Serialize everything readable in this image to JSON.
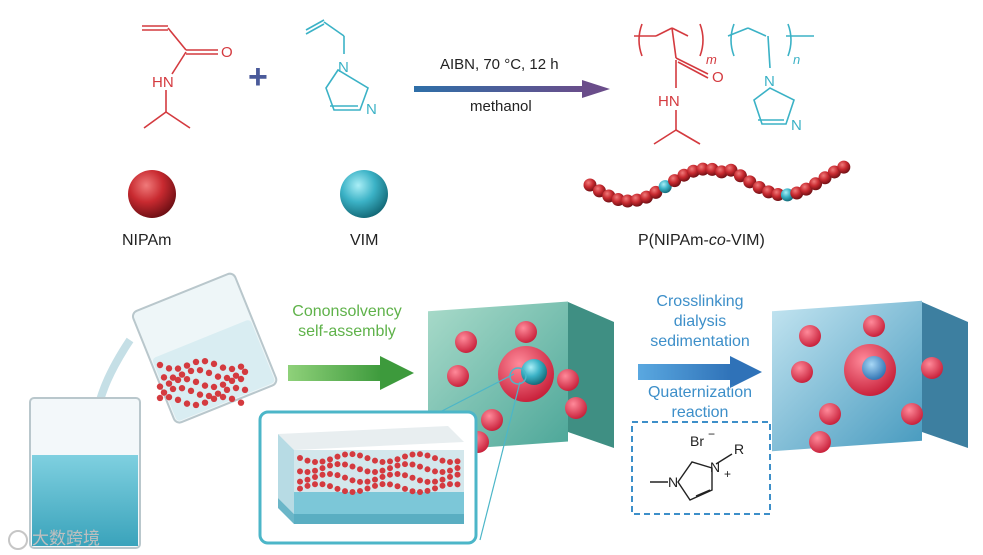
{
  "reaction": {
    "plus": "+",
    "conditions_top": "AIBN, 70 °C, 12 h",
    "conditions_bottom": "methanol",
    "nipam_atoms": {
      "o": "O",
      "hn": "HN"
    },
    "vim_atoms": {
      "n1": "N",
      "n2": "N"
    },
    "polymer_atoms": {
      "m": "m",
      "n": "n",
      "o": "O",
      "hn": "HN",
      "n1": "N",
      "n2": "N"
    }
  },
  "monomers": {
    "nipam_label": "NIPAm",
    "vim_label": "VIM",
    "copolymer_label_prefix": "P(NIPAm-",
    "copolymer_label_italic": "co",
    "copolymer_label_suffix": "-VIM)"
  },
  "steps": {
    "step1_line1": "Cononsolvency",
    "step1_line2": "self-assembly",
    "step2_line1": "Crosslinking",
    "step2_line2": "dialysis",
    "step2_line3": "sedimentation",
    "step3_line1": "Quaternization",
    "step3_line2": "reaction"
  },
  "quaternized": {
    "br": "Br",
    "minus": "−",
    "n_plus": "N",
    "plus": "+",
    "r": "R",
    "n_left": "N"
  },
  "watermark": "大数跨境",
  "colors": {
    "nipam_red": "#d43a3f",
    "vim_teal": "#3bb2c6",
    "green_arrow": "#5fb24a",
    "blue_arrow": "#3d8fc9"
  }
}
